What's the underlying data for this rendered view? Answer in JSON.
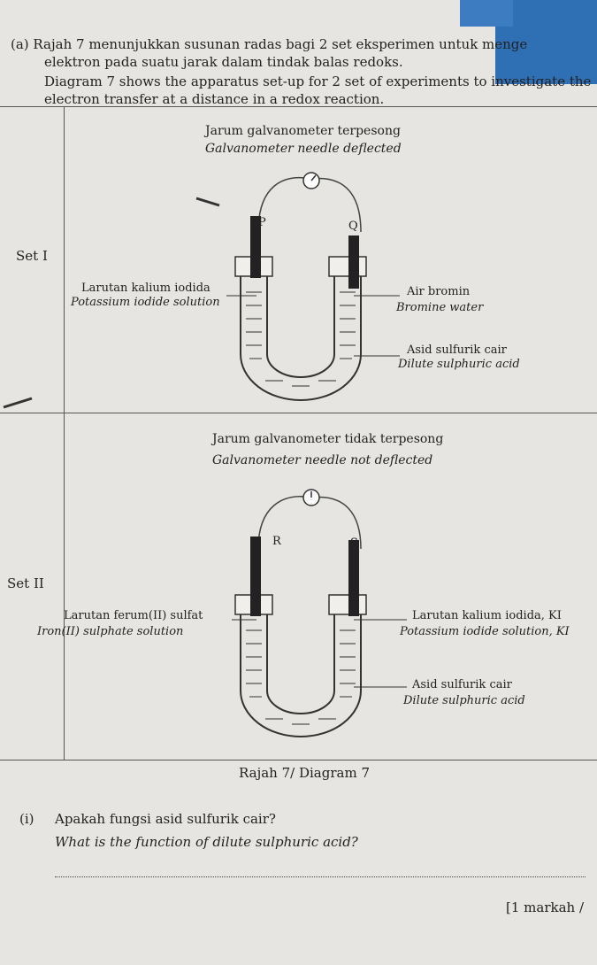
{
  "intro": {
    "line1": "(a)  Rajah 7 menunjukkan susunan radas bagi 2 set eksperimen untuk menge",
    "line2": "elektron pada suatu jarak dalam tindak balas redoks.",
    "line3": "Diagram 7 shows the apparatus set-up for 2 set of experiments to investigate the",
    "line4": "electron transfer at a distance in a redox reaction."
  },
  "set1": {
    "label": "Set I",
    "caption_ms": "Jarum galvanometer terpesong",
    "caption_en": "Galvanometer needle deflected",
    "electrode_left": "P",
    "electrode_right": "Q",
    "left_solution_ms": "Larutan kalium iodida",
    "left_solution_en": "Potassium iodide solution",
    "right_solution_ms": "Air bromin",
    "right_solution_en": "Bromine water",
    "acid_ms": "Asid sulfurik cair",
    "acid_en": "Dilute sulphuric acid"
  },
  "set2": {
    "label": "Set II",
    "caption_ms": "Jarum galvanometer tidak terpesong",
    "caption_en": "Galvanometer needle not deflected",
    "electrode_left": "R",
    "electrode_right": "S",
    "left_solution_ms": "Larutan ferum(II) sulfat",
    "left_solution_en": "Iron(II) sulphate solution",
    "right_solution_ms": "Larutan kalium iodida, KI",
    "right_solution_en": "Potassium iodide solution, KI",
    "acid_ms": "Asid sulfurik cair",
    "acid_en": "Dilute sulphuric acid"
  },
  "diagram_caption": "Rajah 7/ Diagram 7",
  "question": {
    "number": "(i)",
    "text_ms": "Apakah fungsi asid sulfurik cair?",
    "text_en": "What is the function of dilute sulphuric acid?",
    "marks": "[1 markah /"
  }
}
